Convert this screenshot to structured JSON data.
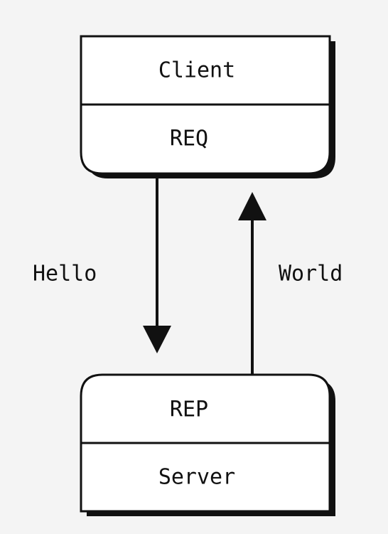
{
  "client": {
    "title": "Client",
    "socket": "REQ"
  },
  "server": {
    "socket": "REP",
    "title": "Server"
  },
  "messages": {
    "request": "Hello",
    "reply": "World"
  },
  "colors": {
    "background": "#f4f4f4",
    "box_fill": "#ffffff",
    "stroke": "#111111"
  }
}
